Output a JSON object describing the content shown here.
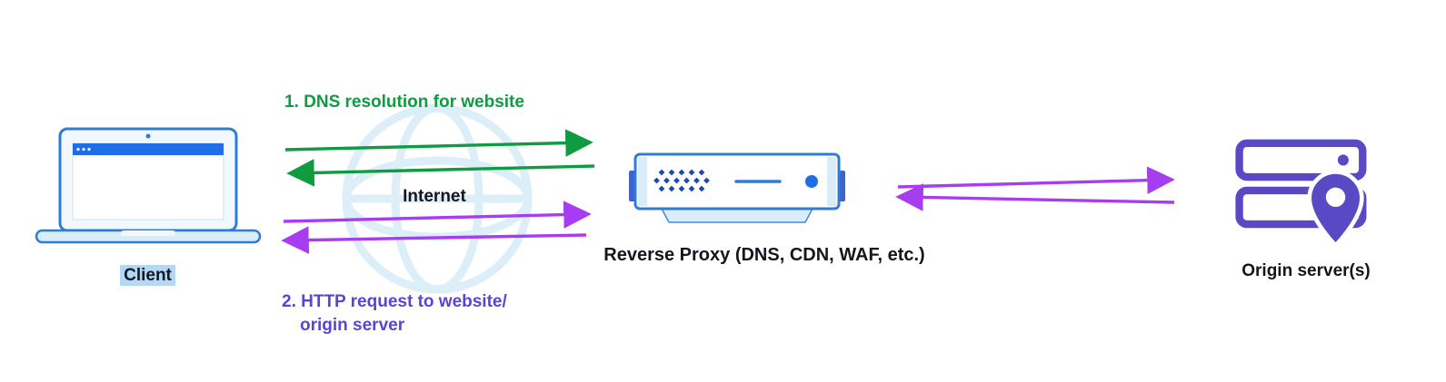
{
  "diagram": {
    "client": {
      "label": "Client"
    },
    "internet": {
      "label": "Internet"
    },
    "steps": {
      "dns": "1. DNS resolution for website",
      "http_line1": "2. HTTP request to website/",
      "http_line2": "origin server"
    },
    "reverse_proxy": {
      "label": "Reverse Proxy (DNS, CDN, WAF, etc.)"
    },
    "origin": {
      "label": "Origin server(s)"
    }
  },
  "colors": {
    "green": "#0f9b3f",
    "purple-arrow": "#a63df0",
    "purple-text": "#5845d1",
    "blue": "#2e7cd6",
    "bar-blue": "#1f6ee8",
    "blue-dark": "#1d49b5",
    "blue-light": "#d9ecfa",
    "blue-pale": "#f2f9fe",
    "origin-purple": "#5a49c5",
    "highlight": "#b4d8f3",
    "globe": "#dceef8",
    "text-dark": "#14161f"
  }
}
